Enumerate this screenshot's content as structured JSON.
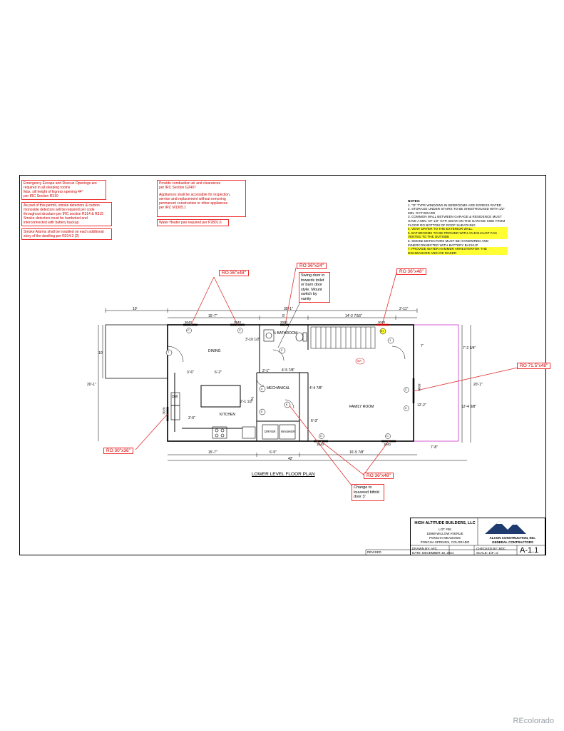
{
  "notes_left": {
    "egress": [
      "Emergency Escape and Rescue Openings are",
      "required in all sleeping rooms",
      "Max. sill height of Egress opening 44\"",
      "per IRC Section R310"
    ],
    "detectors": [
      "As part of this permit, smoke detectors & carbon",
      "monoxide detectors will be required per code",
      "throughout structure per IRC section R314 & R315",
      "Smoke detectors must be hardwired and",
      "interconnected with battery backup."
    ],
    "alarms": [
      "Smoke Alarms shall be installed on each additional",
      "story of the dwelling per R314.3 (2)"
    ]
  },
  "notes_mid": {
    "combustion": [
      "Provide combustion air and clearances",
      "per IRC Section G2407"
    ],
    "appliances": [
      "Appliances shall be accessible for inspection,",
      "service and replacement without removing",
      "permanent construction or other appliances",
      "per IRC M1305.1"
    ],
    "water_heater": "Water Heater pan required per P2801.6"
  },
  "notes_right": {
    "heading": "NOTES:",
    "items": [
      {
        "text": "1.  \"O\" TYPE WINDOWS IN BEDROOMS ARE EGRESS RATED",
        "hl": false
      },
      {
        "text": "2.  STORAGE UNDER STAIRS TO BE SHEETROCKED WITH 1/2\" MIN. GYP BOARD",
        "hl": false
      },
      {
        "text": "3.  COMMON WALL BETWEEN GARAGE & RESIDENCE MUST HAVE A MIN. OF 1/2\" GYP. BOAR ON THE GARAGE SIDE FROM FLOOR RO BOTTOM OF ROOF SHEATHING",
        "hl": false
      },
      {
        "text": "4.  VENT DRYER TO THE EXTERIOR WALL",
        "hl": true
      },
      {
        "text": "5.  BATHROOMS TO BE PROVIED WITH AN EXHAUST FAN VENTED TO THE OUTSIDE",
        "hl": true
      },
      {
        "text": "6.  SMOKE DETECTORS MUST BE HARDWIRED AND INNERCONNECTED WITH BATTERY BACKUP",
        "hl": false
      },
      {
        "text": "7.  PROVIDE WATER HAMMER ARRESTERFOR THE DISHWASHER AND ICE MAKER",
        "hl": true
      }
    ]
  },
  "ro_labels": {
    "ro1": "RO 36\"x48\"",
    "ro2": "RO 36\"x24\"",
    "ro3": "RO 36\"x48\"",
    "ro4": "RO 71.5\"x48\"",
    "ro5": "RO 30\"x36\"",
    "ro6": "RO 36\"x48\""
  },
  "callouts": {
    "swing_door": "Swing door in towards toilet or barn door style. Mount switch by vanity",
    "bifold": "Change to louvered bifold door 3'"
  },
  "rooms": {
    "dining": "DINING",
    "bathroom": "½ BATHROOM",
    "mechanical": "MECHANICAL",
    "family": "FAMILY ROOM",
    "kitchen": "KITCHEN",
    "dryer": "DRYER",
    "washer": "WASHER",
    "dw": "DW"
  },
  "dimensions": {
    "d_top_10": "10'",
    "d_top_total": "39'-1\"",
    "d_top_15": "15'-7\"",
    "d_top_5": "5'",
    "d_top_14": "14'-2 7/16\"",
    "d_top_2": "2'-11\"",
    "d_left_20": "20'-1\"",
    "d_left_10": "10'",
    "d_bot_15": "15'-7\"",
    "d_bot_6": "6'-5\"",
    "d_bot_16": "16'-5 7/8\"",
    "d_bot_7": "7'-8\"",
    "d_bot_total": "42'",
    "d_right_20": "20'-1\"",
    "d_right_7a": "7'",
    "d_right_7b": "7'-2 3/4\"",
    "d_right_12": "12'-4 3/8\"",
    "d_12_2": "12'-2\"",
    "d_6_3": "6'-3\"",
    "d_3_6a": "3'-6\"",
    "d_6_2": "6'-2\"",
    "d_3_6b": "3'-6\"",
    "d_2_1": "2'-1\"",
    "d_4_5": "4'-5 7/8\"",
    "d_4_4": "4'-4 7/8\"",
    "d_2_1b": "2'-1 1/2\"",
    "d_3": "3'",
    "d_3_10": "3'-10 1/2\"",
    "w_3040a": "3040",
    "w_3040b": "3040",
    "w_2020": "2020",
    "w_3040c": "3040",
    "w_3040d": "3040",
    "w_3040e": "3040",
    "w_6040": "6040",
    "w_3020": "3020",
    "tag_sa": "SA",
    "tag_c": "C",
    "tag_ei": "EI",
    "tag_1": "1",
    "tag_2": "2",
    "tag_4": "4",
    "tag_5": "5",
    "tag_6": "6",
    "tag_7": "7"
  },
  "plan_title": "LOWER LEVEL FLOOR PLAN",
  "title_block": {
    "company": "HIGH ALTITUDE BUILDERS, LLC",
    "lot": "LOT #08",
    "address": "15869 WILLOW AVENUE",
    "subdivision": "PONCHA MEADOWS",
    "city": "PONCHA SPRINGS, COLORADO",
    "contractor": "ALCON CONSTRUCTION, INC.",
    "contractor_sub": "GENERAL CONTRACTORS",
    "drawn_by": "DRAWN BY:  AFC",
    "checked_by": "CHECKED BY:  BDC",
    "date": "DATE:  DECEMBER  18,  2021",
    "scale": "SCALE:  1/4\"=1'",
    "sheet": "A-1.1",
    "revised": "REVISED"
  },
  "watermark": "REcolorado",
  "colors": {
    "red": "#e03030",
    "yellow": "#ffff33",
    "magenta": "#cc33cc"
  }
}
